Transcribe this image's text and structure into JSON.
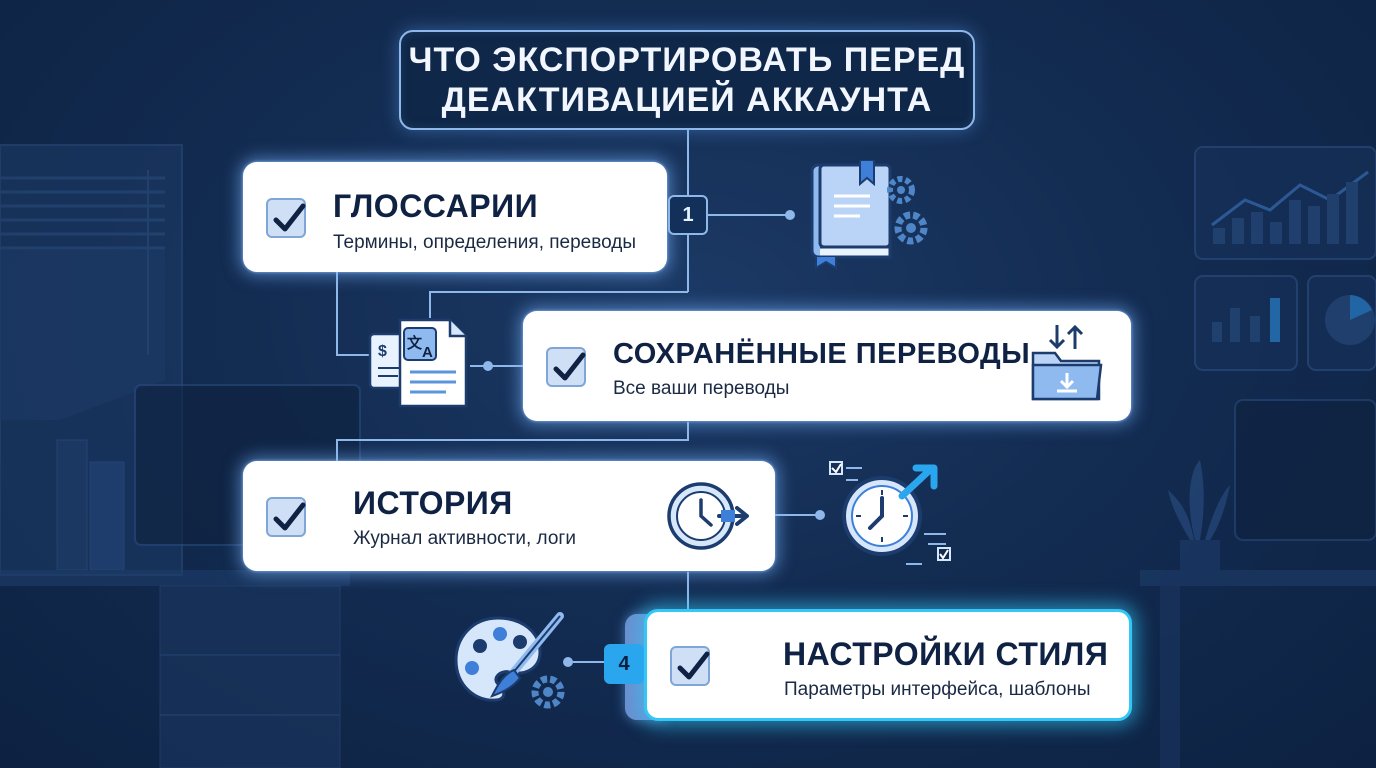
{
  "title": {
    "line1": "ЧТО ЭКСПОРТИРОВАТЬ ПЕРЕД",
    "line2": "ДЕАКТИВАЦИЕЙ АККАУНТА"
  },
  "items": [
    {
      "title": "ГЛОССАРИИ",
      "subtitle": "Термины, определения, переводы",
      "number": "1",
      "icon": "book-gears-icon"
    },
    {
      "title": "СОХРАНЁННЫЕ ПЕРЕВОДЫ",
      "subtitle": "Все ваши переводы",
      "icon": "translated-documents-icon"
    },
    {
      "title": "ИСТОРИЯ",
      "subtitle": "Журнал активности, логи",
      "icon": "clock-history-icon"
    },
    {
      "title": "НАСТРОЙКИ СТИЛЯ",
      "subtitle": "Параметры интерфейса, шаблоны",
      "number": "4",
      "icon": "palette-brush-icon"
    }
  ],
  "colors": {
    "background": "#132c52",
    "card": "#ffffff",
    "accent": "#34c7f5",
    "connector": "#8fb8ea",
    "icon_blue": "#3d7fd9"
  }
}
